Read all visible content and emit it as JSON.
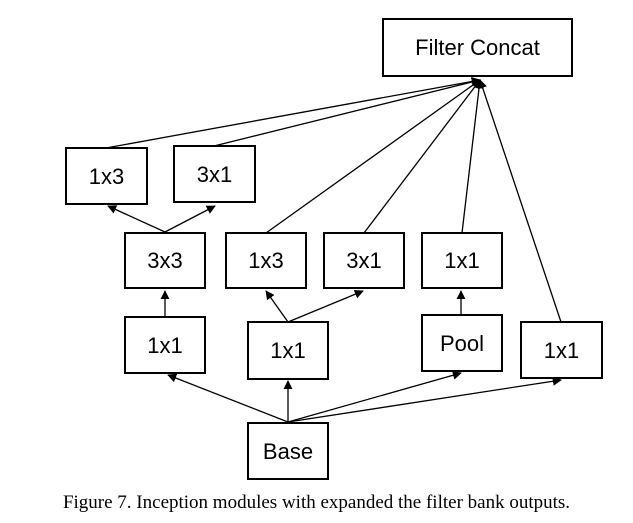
{
  "diagram": {
    "nodes": {
      "concat": "Filter Concat",
      "b1_top_left": "1x3",
      "b1_top_right": "3x1",
      "b1_mid": "3x3",
      "b1_low": "1x1",
      "b2_mid_left": "1x3",
      "b2_mid_right": "3x1",
      "b2_low": "1x1",
      "b3_mid": "1x1",
      "b3_low": "Pool",
      "b4_low": "1x1",
      "base": "Base"
    }
  },
  "caption": "Figure 7. Inception modules with expanded the filter bank outputs."
}
